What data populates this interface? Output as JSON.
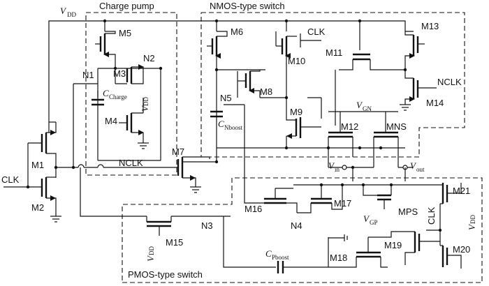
{
  "diagram": {
    "blocks": [
      {
        "name": "charge-pump",
        "label": "Charge pump"
      },
      {
        "name": "nmos-switch",
        "label": "NMOS-type switch"
      },
      {
        "name": "pmos-switch",
        "label": "PMOS-type switch"
      }
    ],
    "labels": {
      "vdd_main": "V",
      "vdd_sub": "DD",
      "clk_in": "CLK",
      "clk_m10": "CLK",
      "clk_m21": "CLK",
      "nclk_pump": "NCLK",
      "nclk_m13": "NCLK",
      "vin": "V",
      "vin_sub": "in",
      "vout": "V",
      "vout_sub": "out",
      "vgn": "V",
      "vgn_sub": "GN",
      "vgp": "V",
      "vgp_sub": "GP",
      "vdd_pump": "V",
      "vdd_pump_sub": "DD",
      "vdd_m15": "V",
      "vdd_m15_sub": "DD",
      "vdd_right": "V",
      "vdd_right_sub": "DD",
      "ccharge": "C",
      "ccharge_sub": "Charge",
      "cnboost": "C",
      "cnboost_sub": "Nboost",
      "cpboost": "C",
      "cpboost_sub": "Pboost"
    },
    "nodes": [
      "N1",
      "N2",
      "N3",
      "N4",
      "N5"
    ],
    "transistors": [
      "M1",
      "M2",
      "M3",
      "M4",
      "M5",
      "M6",
      "M7",
      "M8",
      "M9",
      "M10",
      "M11",
      "M12",
      "M13",
      "M14",
      "M15",
      "M16",
      "M17",
      "M18",
      "M19",
      "M20",
      "M21",
      "MNS",
      "MPS"
    ]
  }
}
